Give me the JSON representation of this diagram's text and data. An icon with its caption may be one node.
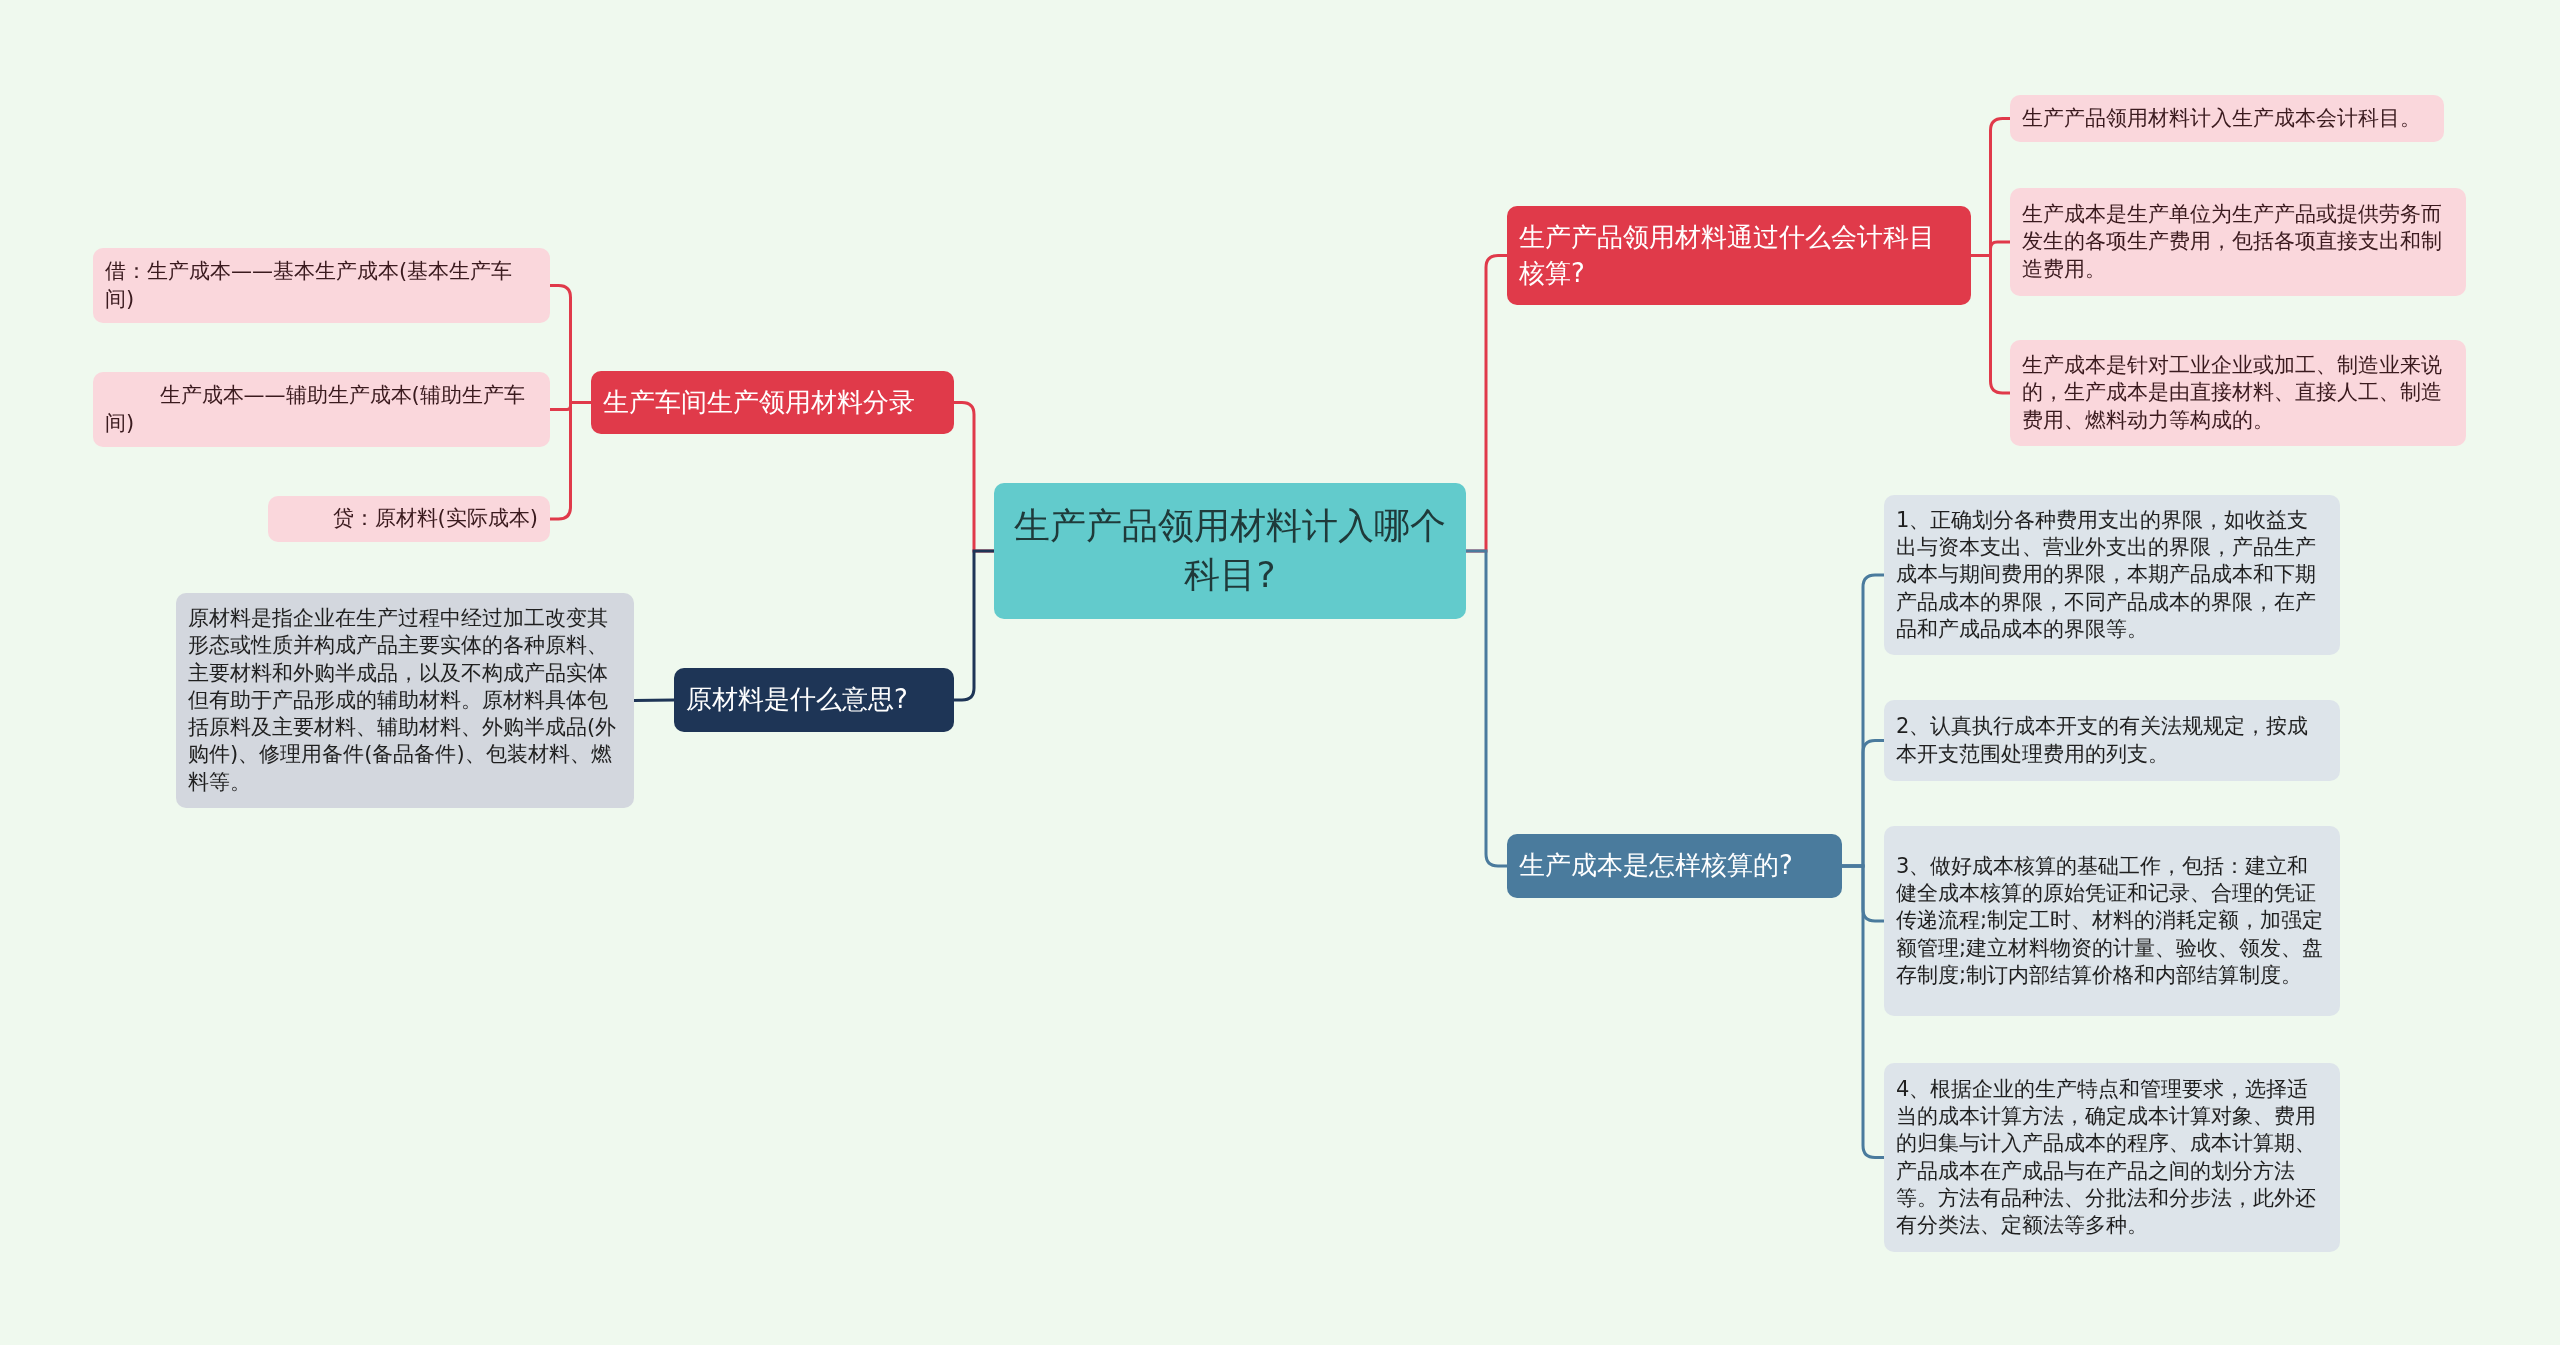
{
  "diagram": {
    "nodes": [
      {
        "text": [
          "生产产品领用材料计入哪个科目?"
        ]
      },
      {
        "text": [
          "生产车间生产领用材料分录"
        ]
      },
      {
        "text": [
          "借：生产成本——基本生产成本(基本生产车间)"
        ]
      },
      {
        "text": [
          "生产成本——辅助生产成本(辅助生产车间)"
        ]
      },
      {
        "text": [
          "贷：原材料(实际成本)"
        ]
      },
      {
        "text": [
          "原材料是什么意思?"
        ]
      },
      {
        "text": [
          "原材料是指企业在生产过程中经过加工改变其形态或性质并构成产品主要实体的各种原料、主要材料和外购半成品，以及不构成产品实体但有助于产品形成的辅助材料。原材料具体包括原料及主要材料、辅助材料、外购半成品(外购件)、修理用备件(备品备件)、包装材料、燃料等。"
        ]
      },
      {
        "text": [
          "生产产品领用材料通过什么会计科目核算?"
        ]
      },
      {
        "text": [
          "生产产品领用材料计入生产成本会计科目。"
        ]
      },
      {
        "text": [
          "生产成本是生产单位为生产产品或提供劳务而发生的各项生产费用，包括各项直接支出和制造费用。"
        ]
      },
      {
        "text": [
          "生产成本是针对工业企业或加工、制造业来说的，生产成本是由直接材料、直接人工、制造费用、燃料动力等构成的。"
        ]
      },
      {
        "text": [
          "生产成本是怎样核算的?"
        ]
      },
      {
        "text": [
          "1、正确划分各种费用支出的界限，如收益支出与资本支出、营业外支出的界限，产品生产成本与期间费用的界限，本期产品成本和下期产品成本的界限，不同产品成本的界限，在产品和产成品成本的界限等。"
        ]
      },
      {
        "text": [
          "2、认真执行成本开支的有关法规规定，按成本开支范围处理费用的列支。"
        ]
      },
      {
        "text": [
          "3、做好成本核算的基础工作，包括：建立和健全成本核算的原始凭证和记录、合理的凭证传递流程;制定工时、材料的消耗定额，加强定额管理;建立材料物资的计量、验收、领发、盘存制度;制订内部结算价格和内部结算制度。"
        ]
      },
      {
        "text": [
          "4、根据企业的生产特点和管理要求，选择适当的成本计算方法，确定成本计算对象、费用的归集与计入产品成本的程序、成本计算期、产品成本在产成品与在产品之间的划分方法等。方法有品种法、分批法和分步法，此外还有分类法、定额法等多种。"
        ]
      }
    ],
    "edges": [
      {
        "from": 0,
        "to": 1,
        "arrow": "none"
      },
      {
        "from": 1,
        "to": 2,
        "arrow": "none"
      },
      {
        "from": 1,
        "to": 3,
        "arrow": "none"
      },
      {
        "from": 1,
        "to": 4,
        "arrow": "none"
      },
      {
        "from": 0,
        "to": 5,
        "arrow": "none",
        "color": "#1e3556"
      },
      {
        "from": 5,
        "to": 6,
        "arrow": "none",
        "color": "#1e3556"
      },
      {
        "from": 0,
        "to": 7,
        "arrow": "none"
      },
      {
        "from": 7,
        "to": 8,
        "arrow": "none"
      },
      {
        "from": 7,
        "to": 9,
        "arrow": "none"
      },
      {
        "from": 7,
        "to": 10,
        "arrow": "none"
      },
      {
        "from": 0,
        "to": 11,
        "arrow": "none",
        "color": "#4a7b9d"
      },
      {
        "from": 11,
        "to": 12,
        "arrow": "none",
        "color": "#4a7b9d"
      },
      {
        "from": 11,
        "to": 13,
        "arrow": "none",
        "color": "#4a7b9d"
      },
      {
        "from": 11,
        "to": 14,
        "arrow": "none",
        "color": "#4a7b9d"
      },
      {
        "from": 11,
        "to": 15,
        "arrow": "none",
        "color": "#4a7b9d"
      }
    ]
  }
}
